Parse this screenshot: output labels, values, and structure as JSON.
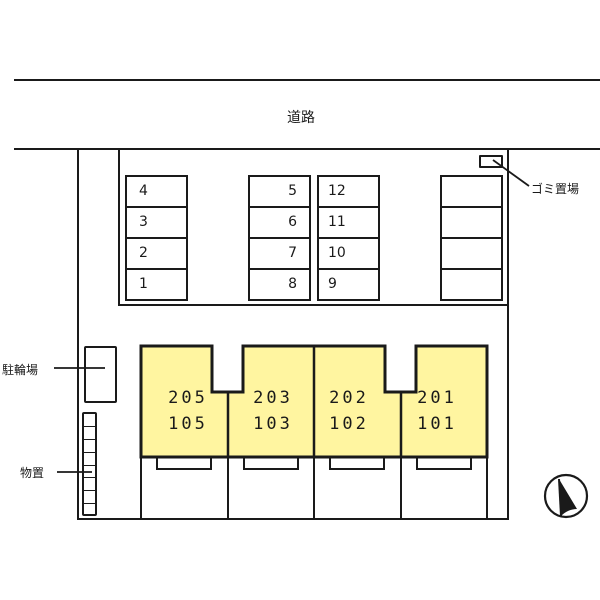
{
  "road": {
    "label": "道路"
  },
  "labels": {
    "garbage": "ゴミ置場",
    "bicycle": "駐輪場",
    "storage": "物置"
  },
  "parking": {
    "column_1": [
      "4",
      "3",
      "2",
      "1"
    ],
    "column_2": [
      "5",
      "6",
      "7",
      "8"
    ],
    "column_3": [
      "12",
      "11",
      "10",
      "9"
    ],
    "column_4": [
      "",
      "",
      "",
      ""
    ]
  },
  "units": [
    {
      "upper": "205",
      "lower": "105"
    },
    {
      "upper": "203",
      "lower": "103"
    },
    {
      "upper": "202",
      "lower": "102"
    },
    {
      "upper": "201",
      "lower": "101"
    }
  ],
  "colors": {
    "unit_fill": "#FFF5A0",
    "line": "#1a1a1a"
  },
  "compass": {
    "icon": "north-arrow-icon"
  }
}
